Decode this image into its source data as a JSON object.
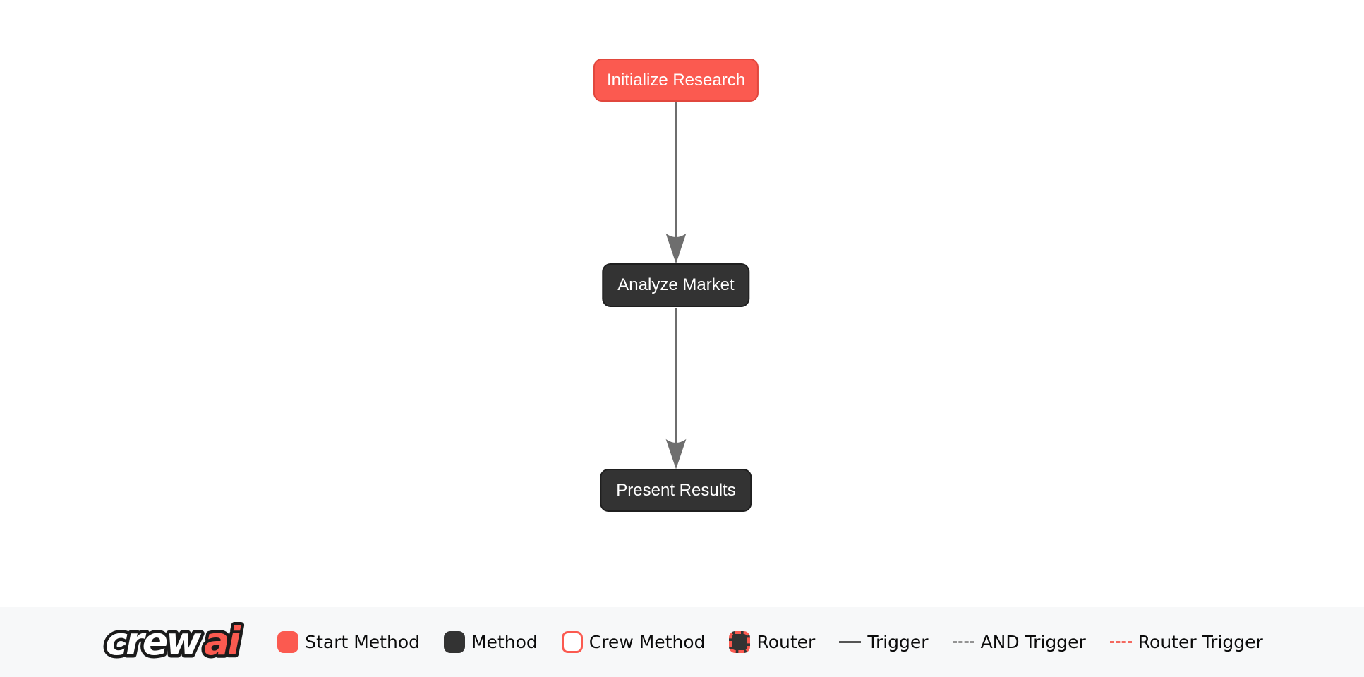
{
  "flow": {
    "nodes": [
      {
        "label": "Initialize Research",
        "type": "start-method",
        "fill": "#FB5A50",
        "border": "#E1473D",
        "text_color": "#FFFFFF"
      },
      {
        "label": "Analyze Market",
        "type": "method",
        "fill": "#333333",
        "border": "#1F1F1F",
        "text_color": "#FFFFFF"
      },
      {
        "label": "Present Results",
        "type": "method",
        "fill": "#333333",
        "border": "#1F1F1F",
        "text_color": "#FFFFFF"
      }
    ],
    "edges": [
      {
        "from": "Initialize Research",
        "to": "Analyze Market",
        "type": "trigger",
        "color": "#6E6E6E"
      },
      {
        "from": "Analyze Market",
        "to": "Present Results",
        "type": "trigger",
        "color": "#6E6E6E"
      }
    ]
  },
  "footer": {
    "logo": {
      "part1": "crew",
      "part2": "ai",
      "accent": "#FB5A50"
    },
    "legend": [
      {
        "label": "Start Method",
        "swatch": "start-method",
        "color": "#FB5A50"
      },
      {
        "label": "Method",
        "swatch": "method",
        "color": "#333333"
      },
      {
        "label": "Crew Method",
        "swatch": "crew-method",
        "fill": "#FFFFFF",
        "border": "#FB5A50"
      },
      {
        "label": "Router",
        "swatch": "router",
        "fill": "#333333",
        "border": "#FB5A50"
      },
      {
        "label": "Trigger",
        "swatch": "solid-line",
        "color": "#555555"
      },
      {
        "label": "AND Trigger",
        "swatch": "dashed-line",
        "color": "#949494"
      },
      {
        "label": "Router Trigger",
        "swatch": "red-dashed-line",
        "color": "#F4695F"
      }
    ],
    "background": "#F7F8F9"
  }
}
